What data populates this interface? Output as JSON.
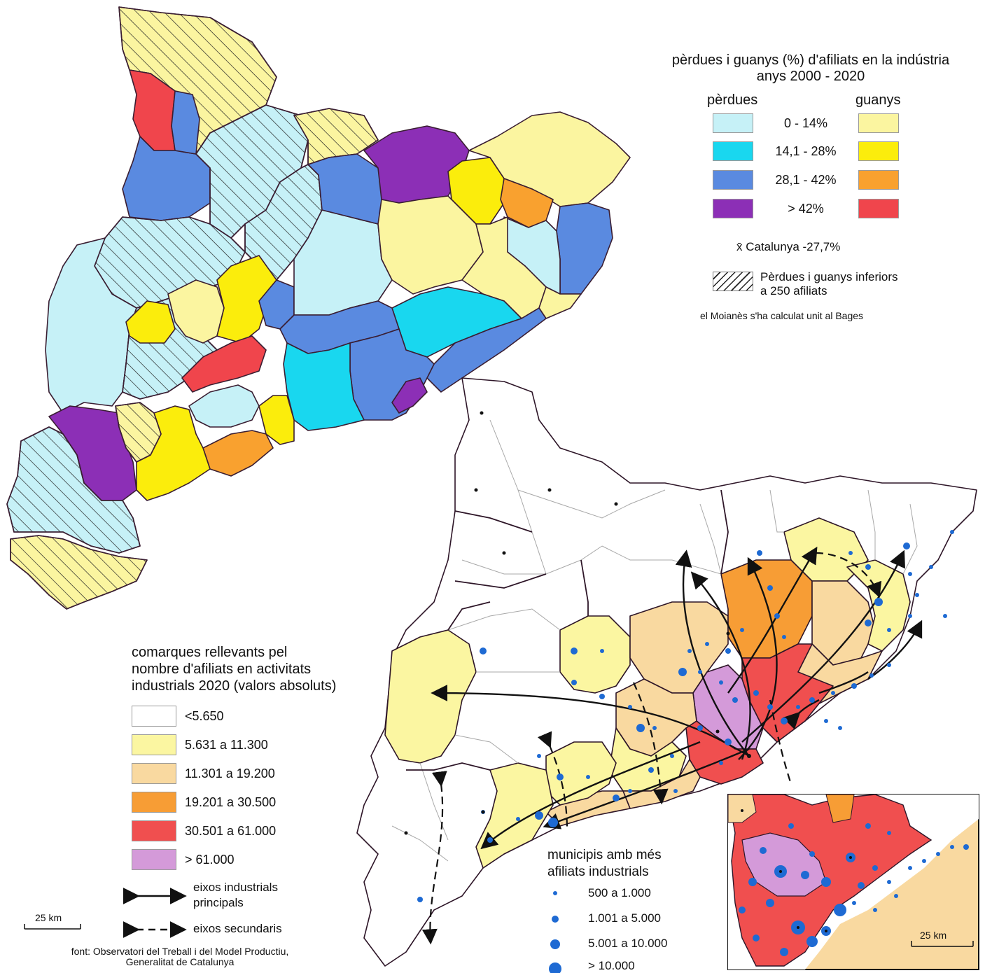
{
  "top_legend": {
    "title_line1": "pèrdues i guanys (%) d'afiliats en la indústria",
    "title_line2": "anys 2000 - 2020",
    "col_losses": "pèrdues",
    "col_gains": "guanys",
    "classes": [
      {
        "label": "0 - 14%",
        "loss_color": "#c6f1f7",
        "gain_color": "#fbf5a0"
      },
      {
        "label": "14,1 - 28%",
        "loss_color": "#19d7ef",
        "gain_color": "#fbed0c"
      },
      {
        "label": "28,1 - 42%",
        "loss_color": "#5a8ae0",
        "gain_color": "#f9a12f"
      },
      {
        "label": "> 42%",
        "loss_color": "#8c2fb6",
        "gain_color": "#f0454c"
      }
    ],
    "mean": "x̄ Catalunya -27,7%",
    "hatch_label_line1": "Pèrdues i guanys inferiors",
    "hatch_label_line2": "a 250 afiliats",
    "note": "el Moianès s'ha calculat unit al Bages"
  },
  "bottom_legend": {
    "title_line1": "comarques rellevants pel",
    "title_line2": "nombre d'afiliats en activitats",
    "title_line3": "industrials 2020 (valors absoluts)",
    "classes": [
      {
        "label": "<5.650",
        "color": "#ffffff"
      },
      {
        "label": "5.631 a 11.300",
        "color": "#fbf6a1"
      },
      {
        "label": "11.301 a 19.200",
        "color": "#f9d9a0"
      },
      {
        "label": "19.201 a 30.500",
        "color": "#f79d35"
      },
      {
        "label": "30.501 a 61.000",
        "color": "#f04f4f"
      },
      {
        "label": "> 61.000",
        "color": "#d49ad9"
      }
    ],
    "axis_main_line1": "eixos industrials",
    "axis_main_line2": "principals",
    "axis_secondary": "eixos secundaris"
  },
  "municipis_legend": {
    "title_line1": "municipis amb més",
    "title_line2": "afiliats industrials",
    "classes": [
      "500 a 1.000",
      "1.001 a 5.000",
      "5.001 a 10.000",
      "> 10.000"
    ],
    "dot_color": "#1e6ad3"
  },
  "scale_bar": "25 km",
  "inset_scale_bar": "25 km",
  "source_line1": "font: Observatori del Treball i del Model Productiu,",
  "source_line2": "Generalitat de Catalunya"
}
